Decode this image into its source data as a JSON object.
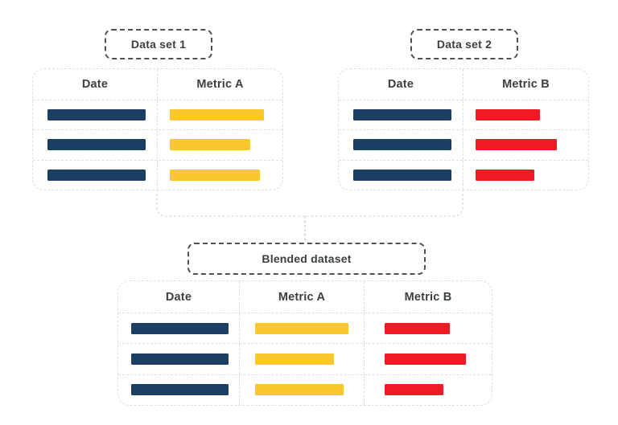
{
  "colors": {
    "background": "#ffffff",
    "date_bar": "#1b3e63",
    "metric_a_bar": "#fcc72c",
    "metric_b_bar": "#ef1a23",
    "table_border": "#dcdfe4",
    "pill_border": "#4e5256",
    "heading_text": "#3c4043",
    "connector": "#d8e0ea",
    "connector_mid": "#c9cccf"
  },
  "dataset1": {
    "label": "Data set 1",
    "columns": [
      "Date",
      "Metric A"
    ],
    "date_bar_widths": [
      122,
      122,
      122
    ],
    "metric_bar_widths": [
      117,
      100,
      112
    ]
  },
  "dataset2": {
    "label": "Data set 2",
    "columns": [
      "Date",
      "Metric B"
    ],
    "date_bar_widths": [
      122,
      122,
      122
    ],
    "metric_bar_widths": [
      80,
      101,
      73
    ]
  },
  "blended": {
    "label": "Blended dataset",
    "columns": [
      "Date",
      "Metric A",
      "Metric B"
    ],
    "date_bar_widths": [
      121,
      121,
      121
    ],
    "metric_a_bar_widths": [
      116,
      98,
      110
    ],
    "metric_b_bar_widths": [
      81,
      101,
      73
    ]
  }
}
